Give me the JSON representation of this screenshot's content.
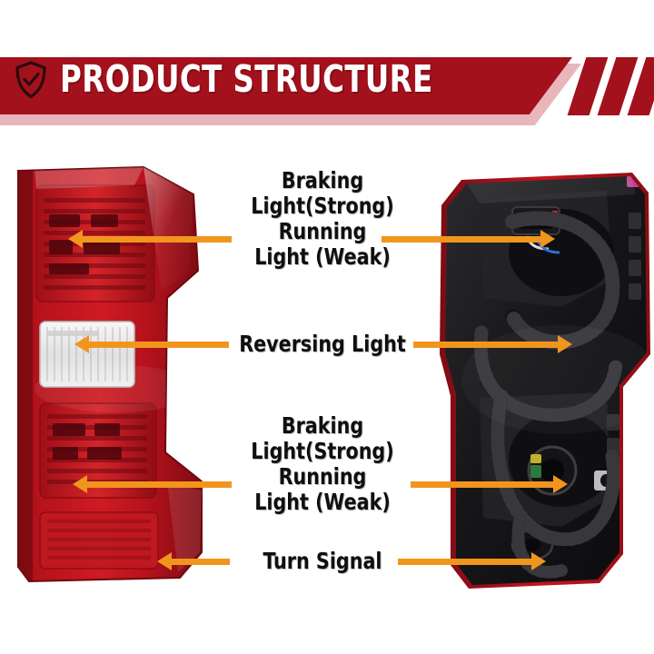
{
  "header": {
    "title": "PRODUCT STRUCTURE",
    "icon": "shield-check-icon",
    "banner_color": "#A3111C",
    "banner_shadow_color": "#E9B6BB",
    "title_color": "#FFFFFF",
    "slash_count": 3
  },
  "theme": {
    "accent_orange": "#F2951D",
    "label_color": "#0F0F0F",
    "background": "#FFFFFF"
  },
  "callouts": [
    {
      "id": "braking-running-upper",
      "text": "Braking\nLight(Strong)\nRunning\nLight (Weak)",
      "points_to": [
        "upper-red-lens-section",
        "upper-housing-socket"
      ]
    },
    {
      "id": "reversing-light",
      "text": "Reversing Light",
      "points_to": [
        "clear-white-lens-section",
        "reverse-bulb-socket"
      ]
    },
    {
      "id": "braking-running-lower",
      "text": "Braking\nLight(Strong)\nRunning\nLight (Weak)",
      "points_to": [
        "lower-red-lens-section",
        "lower-housing-socket"
      ]
    },
    {
      "id": "turn-signal",
      "text": "Turn Signal",
      "points_to": [
        "bottom-red-lens-section",
        "bottom-housing-socket"
      ]
    }
  ],
  "products": [
    {
      "id": "tail-light-lens-front",
      "description": "red tail light lens front view",
      "lens_red": "#C0131B",
      "lens_clear": "#EDEDED"
    },
    {
      "id": "tail-light-housing-back",
      "description": "black tail light housing rear view with wiring harness",
      "housing_black": "#1B1B1D",
      "rim_red": "#B01420"
    }
  ]
}
